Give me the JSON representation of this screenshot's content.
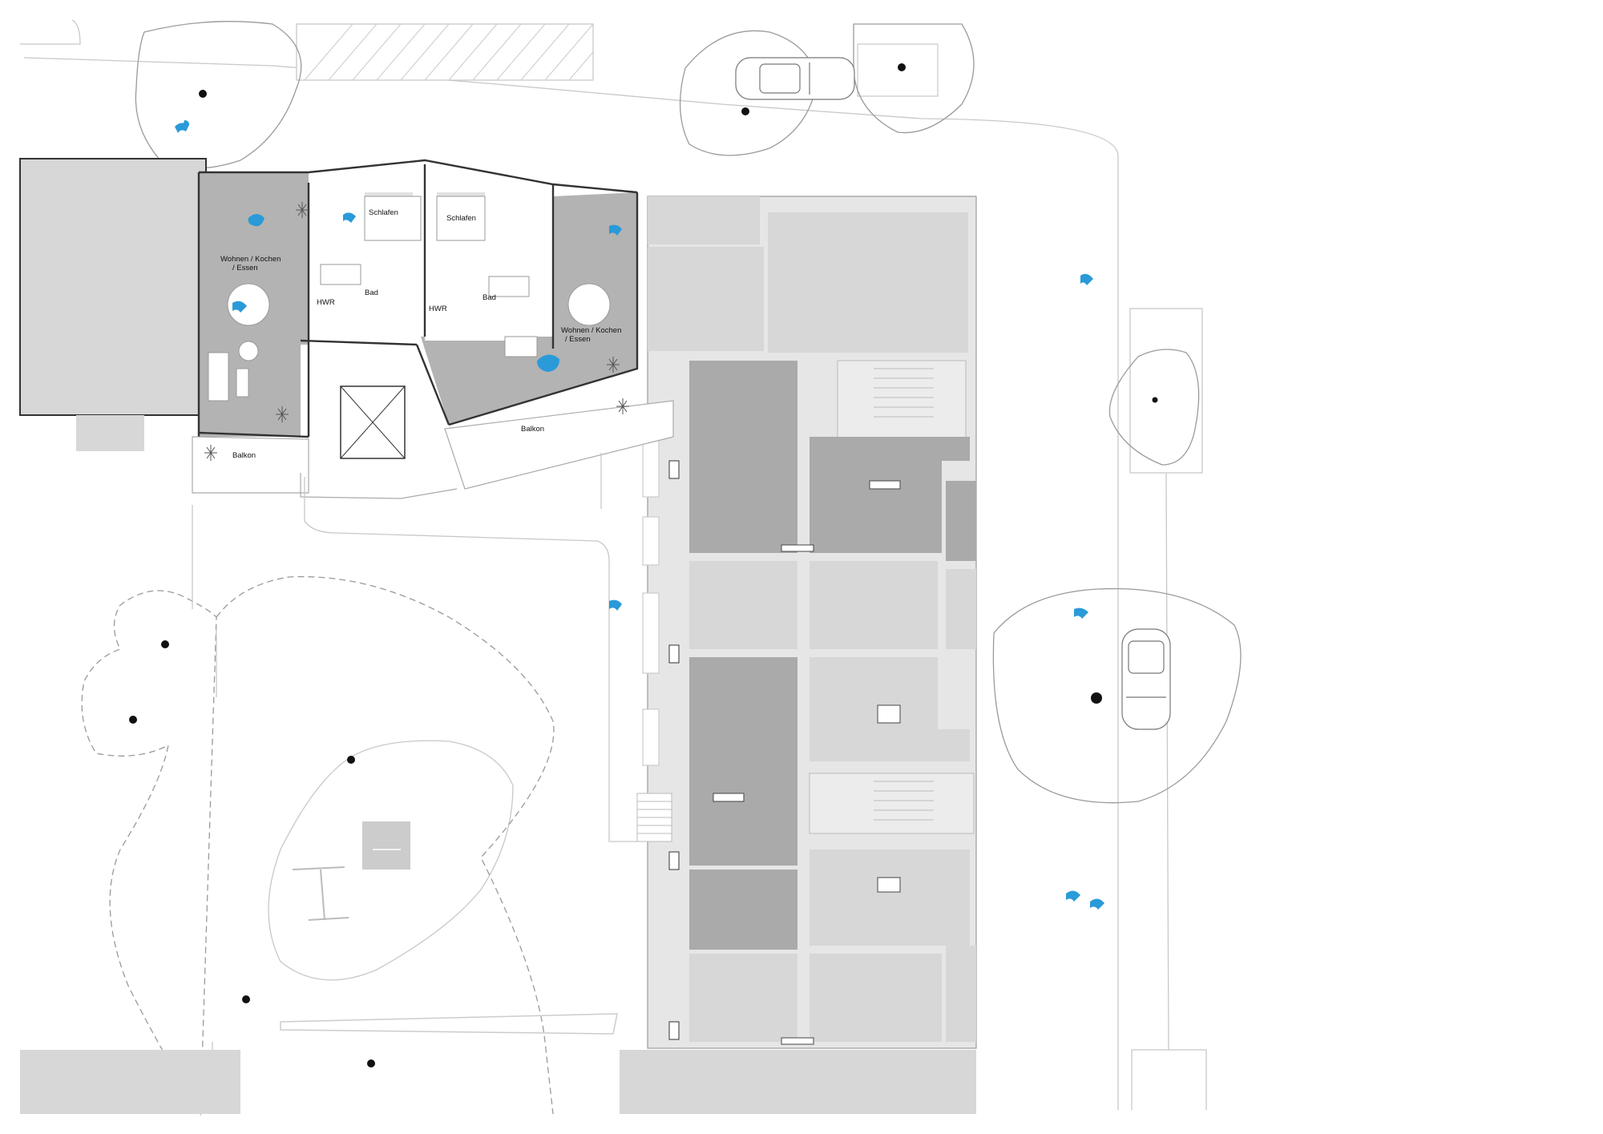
{
  "drawing": {
    "kind": "floor plan (site plan with apartment layout)",
    "colors": {
      "background": "#ffffff",
      "new_apartment_floor": "#b3b3b3",
      "neighbor_dark": "#aaaaaa",
      "neighbor_light": "#d7d7d7",
      "neighbor_mid": "#c4c4c4",
      "stairwell": "#ececec",
      "wall": "#333333",
      "site_lines": "#c8c8c8",
      "tree_crown": "#888888",
      "tree_trunk": "#111111",
      "person": "#2a9ad8"
    }
  },
  "room_labels": {
    "wohnen_left_1": "Wohnen / Kochen",
    "wohnen_left_2": "/ Essen",
    "schlafen_left": "Schlafen",
    "schlafen_right": "Schlafen",
    "hwr_left": "HWR",
    "bad_left": "Bad",
    "hwr_right": "HWR",
    "bad_right": "Bad",
    "wohnen_right_1": "Wohnen / Kochen",
    "wohnen_right_2": "/ Essen",
    "balkon_left": "Balkon",
    "balkon_right": "Balkon"
  },
  "icons": [
    "tree-trunk-icon",
    "person-icon",
    "car-icon",
    "plant-icon",
    "stair-icon"
  ]
}
